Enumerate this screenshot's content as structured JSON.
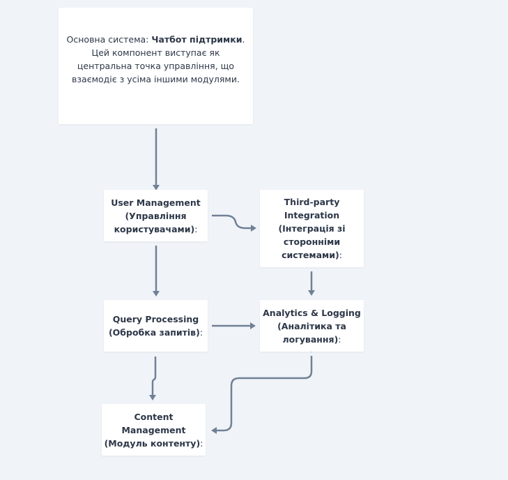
{
  "main_system": {
    "prefix": "Основна система: ",
    "name": "Чатбот підтримки",
    "description": ". Цей компонент виступає як центральна точка управління, що взаємодіє з усіма іншими модулями."
  },
  "nodes": {
    "user_management": {
      "title": "User Management",
      "line2": "(Управління",
      "line3": "користувачами",
      "suffix": ":"
    },
    "third_party": {
      "title1": "Third-party",
      "title2": "Integration",
      "line3": "(Інтеграція зі",
      "line4": "сторонніми",
      "line5": "системами)",
      "suffix": ":"
    },
    "query_processing": {
      "title": "Query Processing",
      "line2": "(Обробка запитів)",
      "suffix": ":"
    },
    "analytics": {
      "title": "Analytics & Logging",
      "line2": "(Аналітика та",
      "line3": "логування)",
      "suffix": ":"
    },
    "content_management": {
      "title": "Content Management",
      "line2": "(Модуль контенту)",
      "suffix": ":"
    }
  },
  "colors": {
    "background": "#f0f4f8",
    "node": "#ffffff",
    "edge": "#718096",
    "text": "#2d3748"
  }
}
